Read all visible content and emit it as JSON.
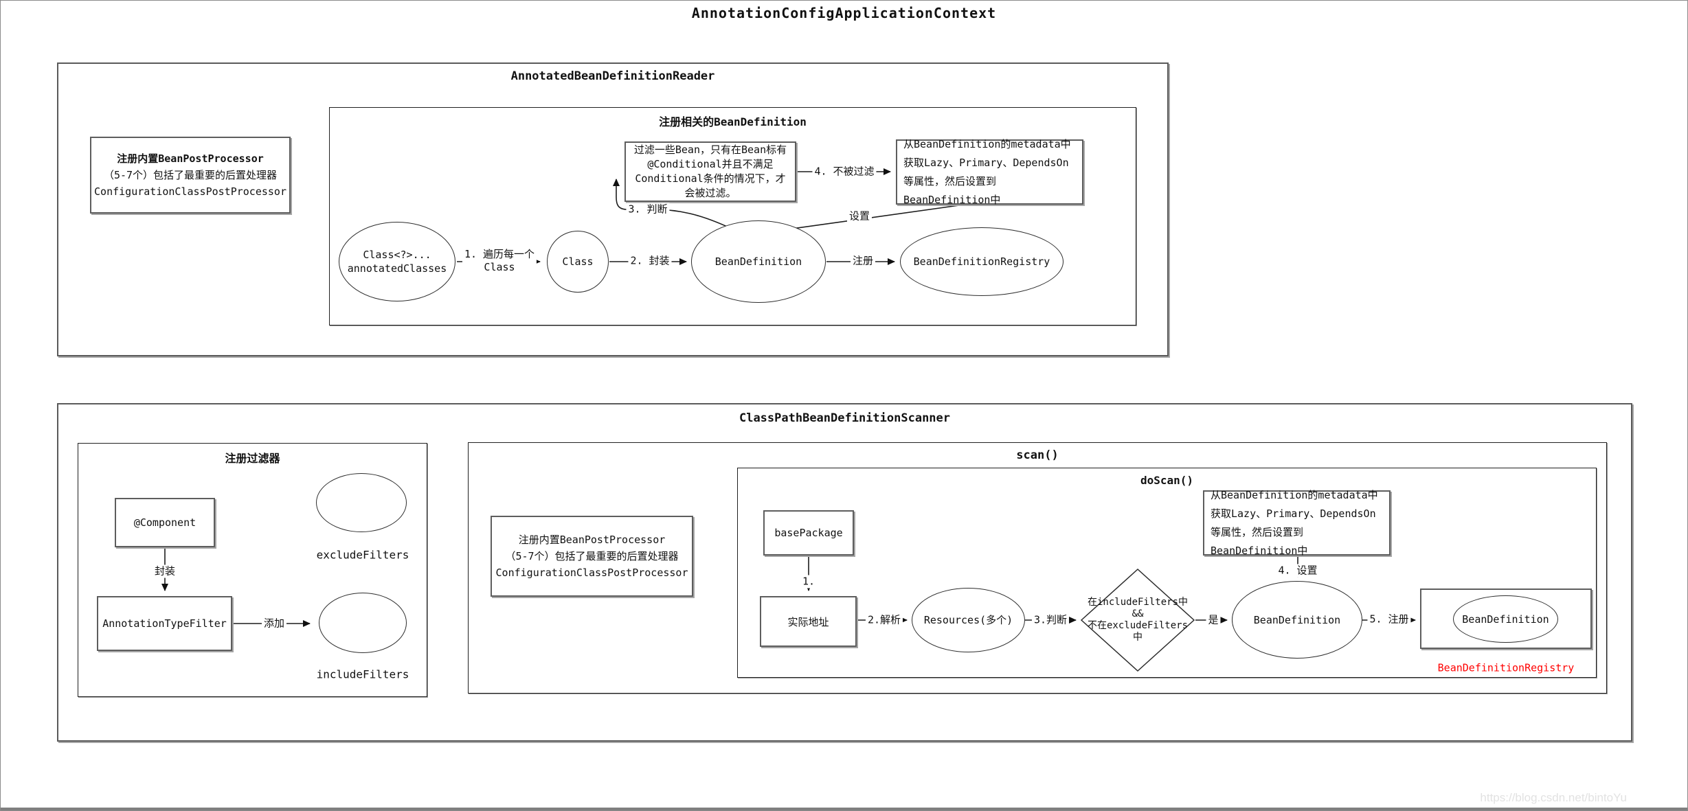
{
  "page": {
    "title": "AnnotationConfigApplicationContext",
    "watermark": "https://blog.csdn.net/bintoYu",
    "colors": {
      "registry_red": "#ff0000",
      "watermark_gray": "#e2e2e2"
    }
  },
  "reader": {
    "title": "AnnotatedBeanDefinitionReader",
    "note": {
      "line1": "注册内置BeanPostProcessor",
      "line2": "（5-7个）包括了最重要的后置处理器",
      "line3": "ConfigurationClassPostProcessor"
    },
    "register_group": {
      "title": "注册相关的BeanDefinition",
      "filter_note": "过滤一些Bean，只有在Bean标有@Conditional并且不满足Conditional条件的情况下，才会被过滤。",
      "metadata_note": "从BeanDefinition的metadata中获取Lazy、Primary、DependsOn等属性，然后设置到BeanDefinition中",
      "nodes": {
        "annotated_classes_line1": "Class<?>...",
        "annotated_classes_line2": "annotatedClasses",
        "clazz": "Class",
        "bean_definition": "BeanDefinition",
        "bean_definition_registry": "BeanDefinitionRegistry"
      },
      "edges": {
        "iterate_line1": "1. 遍历每一个",
        "iterate_line2": "Class",
        "wrap": "2. 封装",
        "register": "注册",
        "judge": "3. 判断",
        "not_filtered": "4. 不被过滤",
        "set": "设置"
      }
    }
  },
  "scanner": {
    "title": "ClassPathBeanDefinitionScanner",
    "filters_group": {
      "title": "注册过滤器",
      "component": "@Component",
      "wrap_label": "封装",
      "annotation_type_filter": "AnnotationTypeFilter",
      "add_label": "添加",
      "exclude_filters": "excludeFilters",
      "include_filters": "includeFilters"
    },
    "scan_group": {
      "title": "scan()",
      "note": {
        "line1": "注册内置BeanPostProcessor",
        "line2": "（5-7个）包括了最重要的后置处理器",
        "line3": "ConfigurationClassPostProcessor"
      },
      "doscan": {
        "title": "doScan()",
        "base_package": "basePackage",
        "step1": "1.",
        "actual_path": "实际地址",
        "step2": "2.解析",
        "resources": "Resources(多个)",
        "step3": "3.判断",
        "condition_line1": "在includeFilters中",
        "condition_line2": "&&",
        "condition_line3": "不在excludeFilters",
        "condition_line4": "中",
        "yes": "是",
        "bean_definition": "BeanDefinition",
        "step4": "4. 设置",
        "metadata_note": "从BeanDefinition的metadata中获取Lazy、Primary、DependsOn等属性，然后设置到BeanDefinition中",
        "step5": "5. 注册",
        "registry_bean_definition": "BeanDefinition",
        "registry_label": "BeanDefinitionRegistry"
      }
    }
  }
}
